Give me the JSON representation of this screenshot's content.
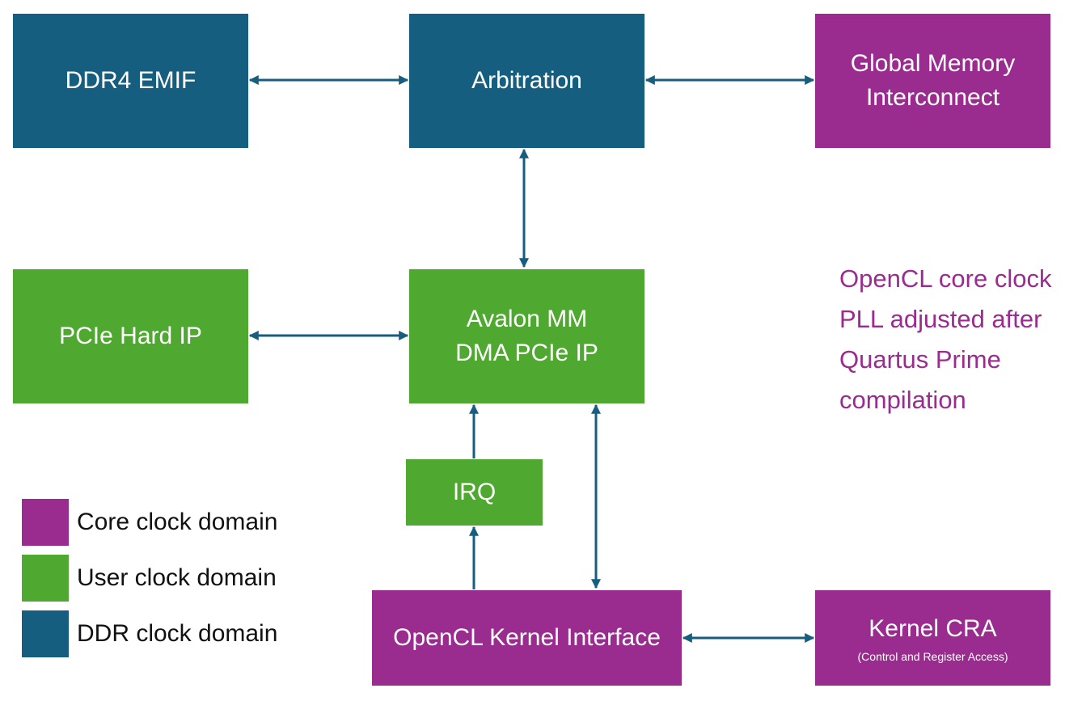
{
  "colors": {
    "ddr_blue": "#155e7f",
    "user_green": "#4fa830",
    "core_purple": "#9b2c8f",
    "arrow": "#155e7f"
  },
  "blocks": {
    "ddr4_emif": "DDR4 EMIF",
    "arbitration": "Arbitration",
    "global_memory_line1": "Global Memory",
    "global_memory_line2": "Interconnect",
    "pcie_hard_ip": "PCIe Hard IP",
    "avalon_line1": "Avalon MM",
    "avalon_line2": "DMA PCIe IP",
    "irq": "IRQ",
    "opencl_kernel_interface": "OpenCL Kernel Interface",
    "kernel_cra": "Kernel CRA",
    "kernel_cra_sub": "(Control and Register Access)"
  },
  "note": {
    "line1": "OpenCL core clock",
    "line2": "PLL adjusted after",
    "line3": "Quartus Prime",
    "line4": "compilation"
  },
  "legend": {
    "core": "Core clock domain",
    "user": "User clock domain",
    "ddr": "DDR clock domain"
  }
}
